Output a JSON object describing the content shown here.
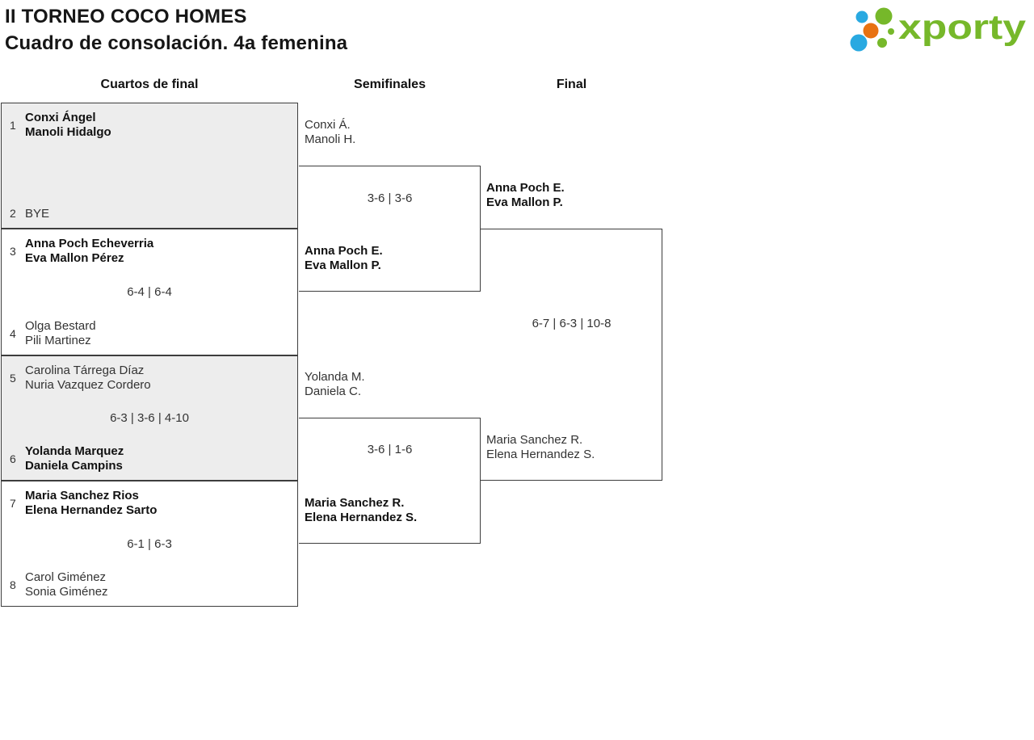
{
  "header": {
    "title_line1": "II TORNEO COCO HOMES",
    "title_line2": "Cuadro de consolación. 4a femenina"
  },
  "logo": {
    "text": "xporty",
    "green": "#76b82a",
    "blue": "#29a9e1",
    "orange": "#e87211"
  },
  "columns": {
    "quarterfinals": "Cuartos de final",
    "semifinals": "Semifinales",
    "final": "Final"
  },
  "bracket": {
    "quarterfinals": [
      {
        "top": {
          "seed": "1",
          "players": [
            "Conxi Ángel",
            "Manoli Hidalgo"
          ]
        },
        "score": "",
        "bottom": {
          "seed": "2",
          "players": [
            "BYE"
          ]
        }
      },
      {
        "top": {
          "seed": "3",
          "players": [
            "Anna Poch Echeverria",
            "Eva Mallon Pérez"
          ]
        },
        "score": "6-4 | 6-4",
        "bottom": {
          "seed": "4",
          "players": [
            "Olga Bestard",
            "Pili Martinez"
          ]
        }
      },
      {
        "top": {
          "seed": "5",
          "players": [
            "Carolina Tárrega Díaz",
            "Nuria Vazquez Cordero"
          ]
        },
        "score": "6-3 | 3-6 | 4-10",
        "bottom": {
          "seed": "6",
          "players": [
            "Yolanda Marquez",
            "Daniela Campins"
          ]
        }
      },
      {
        "top": {
          "seed": "7",
          "players": [
            "Maria Sanchez Rios",
            "Elena Hernandez Sarto"
          ]
        },
        "score": "6-1 | 6-3",
        "bottom": {
          "seed": "8",
          "players": [
            "Carol Giménez",
            "Sonia Giménez"
          ]
        }
      }
    ],
    "semifinals": [
      {
        "top": {
          "players": [
            "Conxi Á.",
            "Manoli H."
          ]
        },
        "score": "3-6 | 3-6",
        "bottom": {
          "players": [
            "Anna Poch E.",
            "Eva Mallon P."
          ]
        }
      },
      {
        "top": {
          "players": [
            "Yolanda M.",
            "Daniela C."
          ]
        },
        "score": "3-6 | 1-6",
        "bottom": {
          "players": [
            "Maria Sanchez R.",
            "Elena Hernandez S."
          ]
        }
      }
    ],
    "final": {
      "top": {
        "players": [
          "Anna Poch E.",
          "Eva Mallon P."
        ]
      },
      "score": "6-7 | 6-3 | 10-8",
      "bottom": {
        "players": [
          "Maria Sanchez R.",
          "Elena Hernandez S."
        ]
      }
    }
  }
}
